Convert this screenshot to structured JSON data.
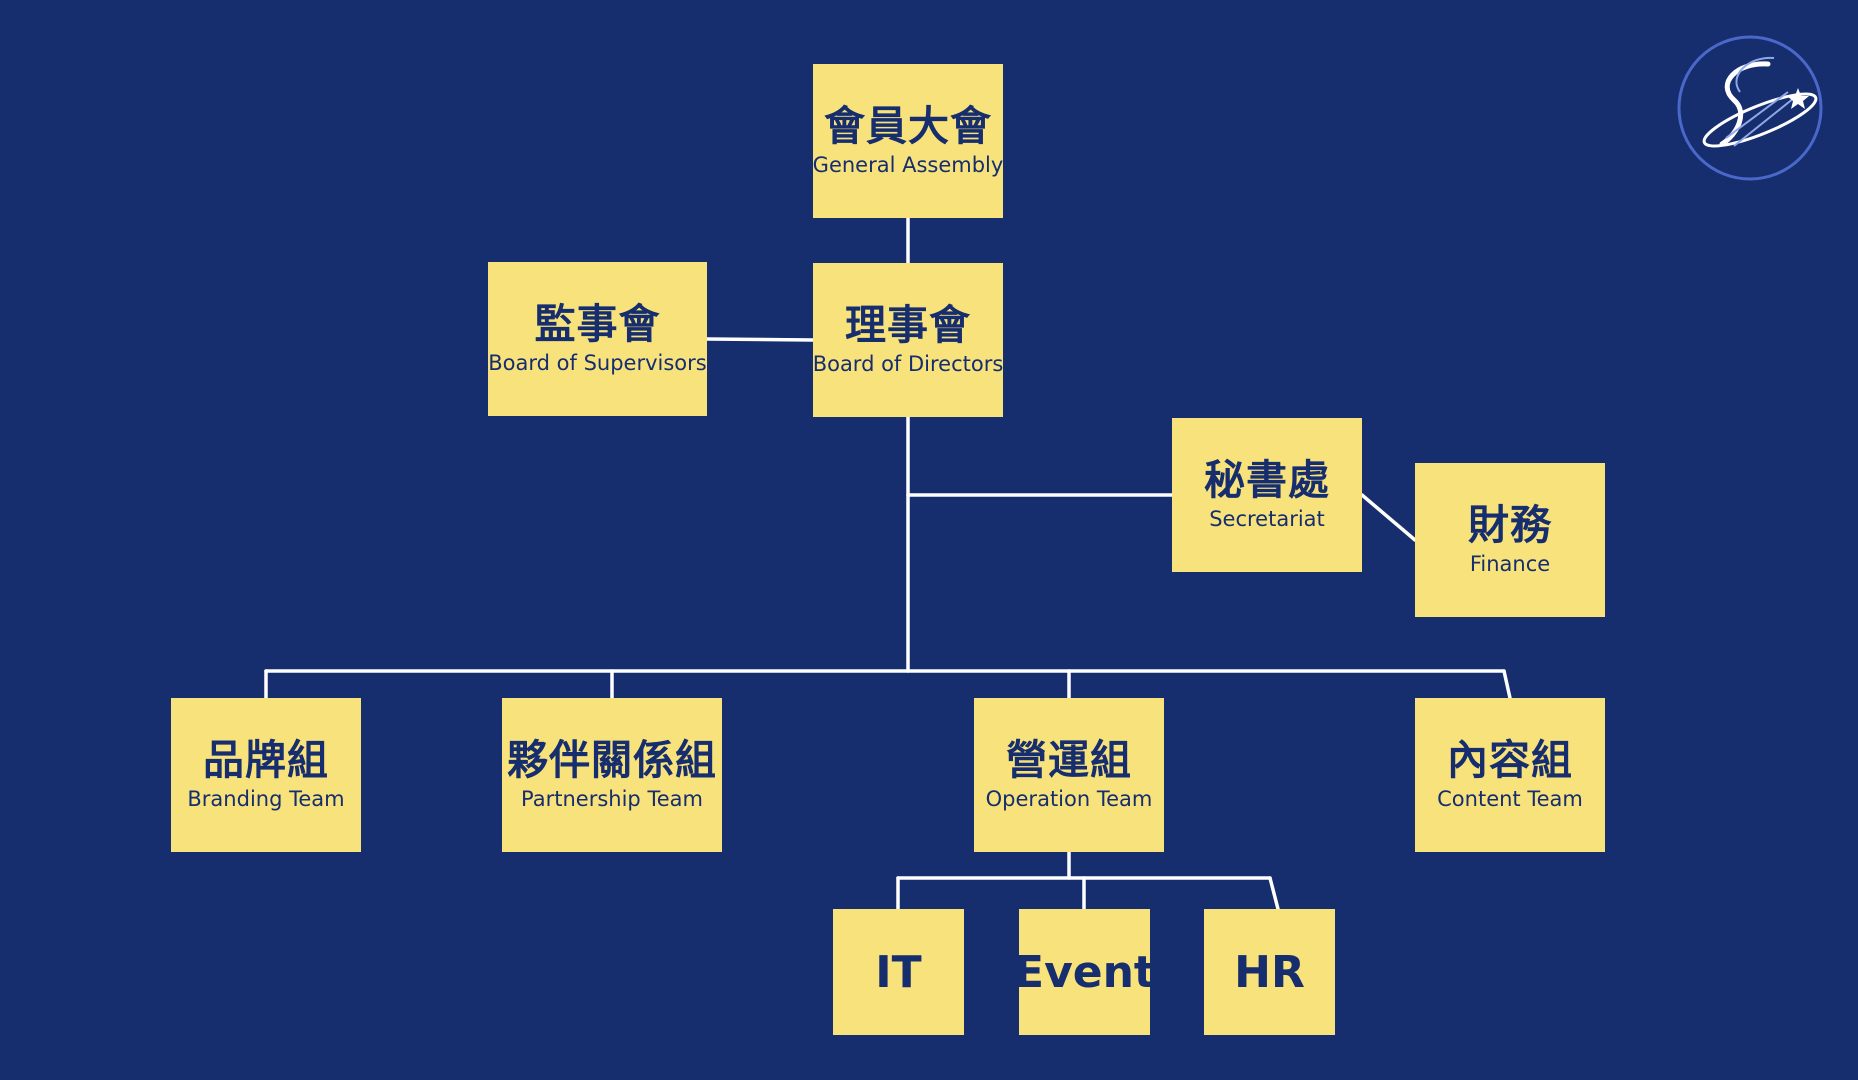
{
  "nodes": {
    "general_assembly": {
      "zh": "會員大會",
      "en": "General Assembly"
    },
    "board_of_directors": {
      "zh": "理事會",
      "en": "Board of Directors"
    },
    "board_of_supervisors": {
      "zh": "監事會",
      "en": "Board of Supervisors"
    },
    "secretariat": {
      "zh": "秘書處",
      "en": "Secretariat"
    },
    "finance": {
      "zh": "財務",
      "en": "Finance"
    },
    "branding_team": {
      "zh": "品牌組",
      "en": "Branding Team"
    },
    "partnership_team": {
      "zh": "夥伴關係組",
      "en": "Partnership Team"
    },
    "operation_team": {
      "zh": "營運組",
      "en": "Operation Team"
    },
    "content_team": {
      "zh": "內容組",
      "en": "Content Team"
    },
    "it": {
      "label": "IT"
    },
    "event": {
      "label": "Event"
    },
    "hr": {
      "label": "HR"
    }
  },
  "colors": {
    "background": "#162d6e",
    "node_fill": "#f8e27c",
    "node_text": "#162d6e",
    "connector": "#ffffff"
  },
  "logo": {
    "icon": "shooting-star-logo-icon"
  }
}
